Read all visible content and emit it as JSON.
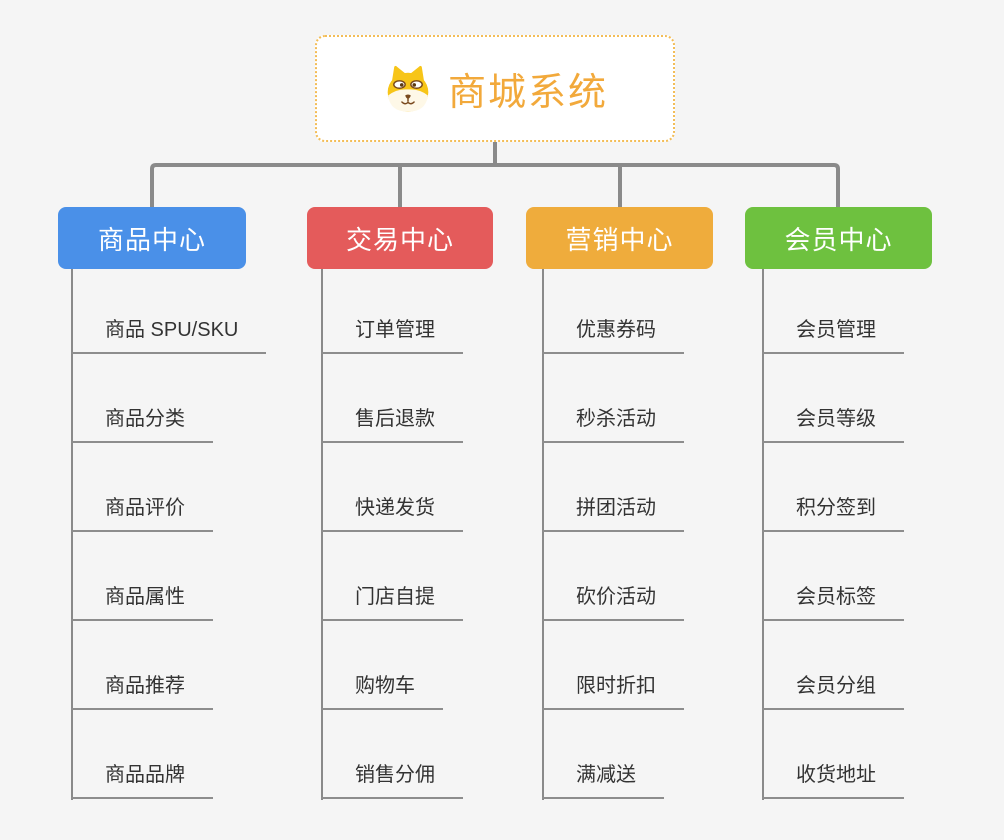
{
  "root": {
    "title": "商城系统",
    "icon": "shiba-dog-icon",
    "text_color": "#f2a93b",
    "border_color": "#f3bd57"
  },
  "branches": [
    {
      "label": "商品中心",
      "color": "#4a90e8",
      "children": [
        "商品 SPU/SKU",
        "商品分类",
        "商品评价",
        "商品属性",
        "商品推荐",
        "商品品牌"
      ]
    },
    {
      "label": "交易中心",
      "color": "#e45b5b",
      "children": [
        "订单管理",
        "售后退款",
        "快递发货",
        "门店自提",
        "购物车",
        "销售分佣"
      ]
    },
    {
      "label": "营销中心",
      "color": "#efac3c",
      "children": [
        "优惠券码",
        "秒杀活动",
        "拼团活动",
        "砍价活动",
        "限时折扣",
        "满减送"
      ]
    },
    {
      "label": "会员中心",
      "color": "#6ec13f",
      "children": [
        "会员管理",
        "会员等级",
        "积分签到",
        "会员标签",
        "会员分组",
        "收货地址"
      ]
    }
  ],
  "lines": {
    "connector_color": "#8a8a8a",
    "trunk_color": "#8a8a8a",
    "underline_color": "#8d8d8d"
  },
  "background_color": "#f5f5f5"
}
